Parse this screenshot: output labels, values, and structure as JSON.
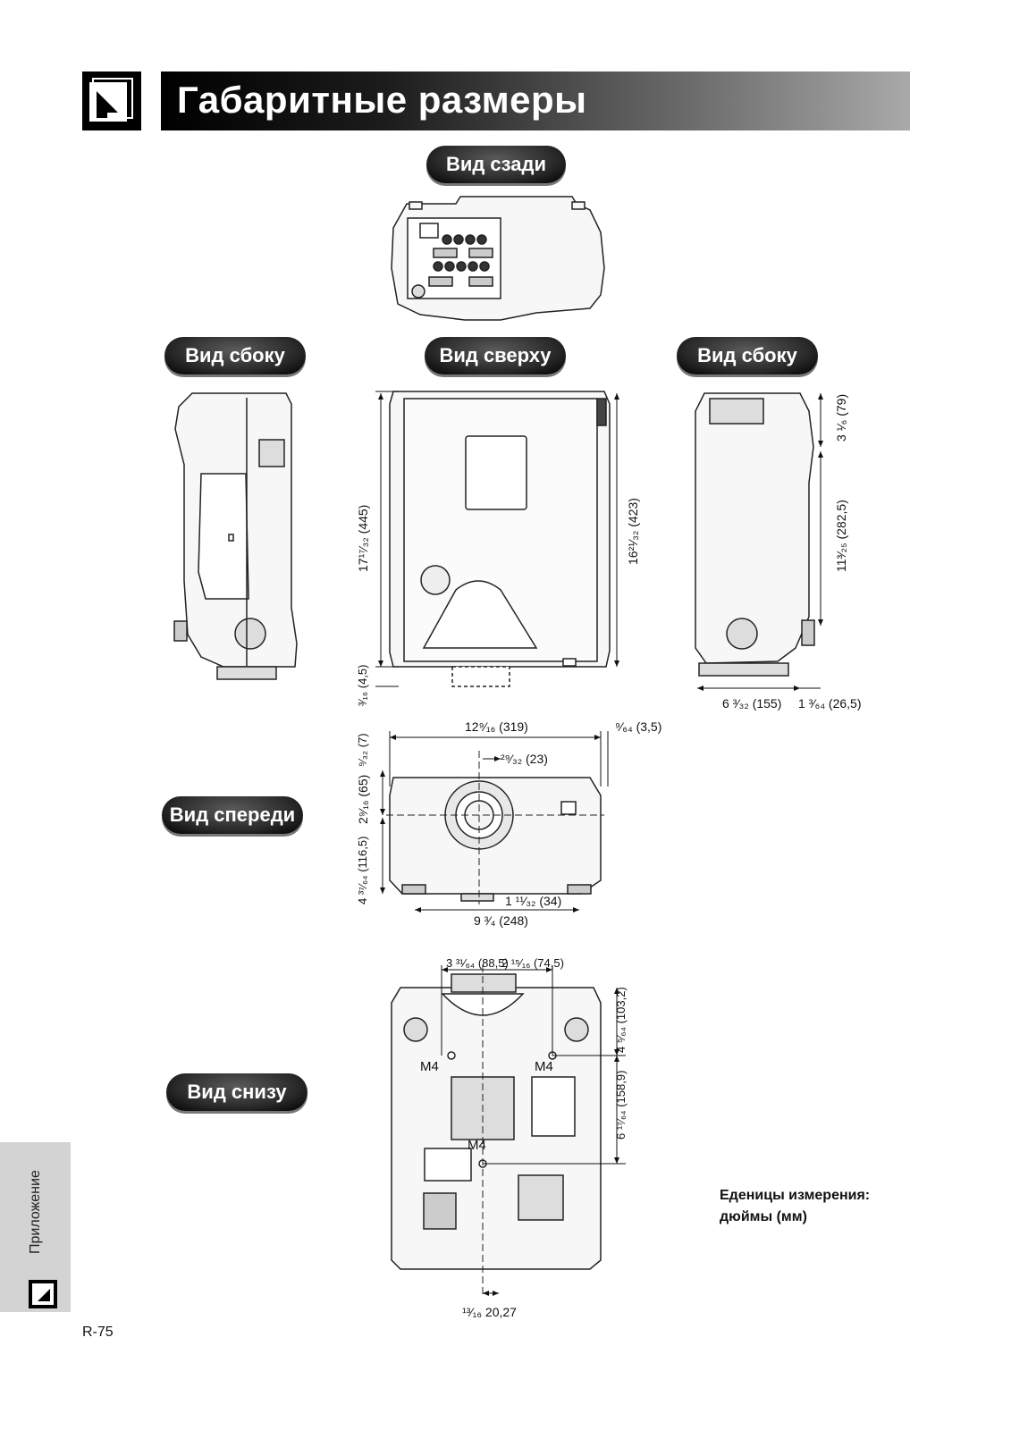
{
  "header": {
    "title": "Габаритные размеры"
  },
  "labels": {
    "rear": "Вид сзади",
    "side_left": "Вид сбоку",
    "top": "Вид сверху",
    "side_right": "Вид сбоку",
    "front": "Вид спереди",
    "bottom": "Вид снизу"
  },
  "dimensions": {
    "top_view_height": "17¹⁷⁄₃₂ (445)",
    "top_view_offset": "³⁄₁₆ (4,5)",
    "top_view_right": "16²¹⁄₃₂ (423)",
    "side_top": "3 ¹⁄₆ (79)",
    "side_body": "11³⁄₂₅ (282,5)",
    "side_width": "6 ³⁄₃₂ (155)",
    "side_knob": "1 ³⁄₆₄ (26,5)",
    "front_width": "12⁹⁄₁₆ (319)",
    "front_right_offset": "⁹⁄₆₄ (3,5)",
    "front_top_small": "⁹⁄₃₂ (7)",
    "front_lens_offset": "²⁹⁄₃₂ (23)",
    "front_upper": "2⁹⁄₁₆ (65)",
    "front_height": "4 ³⁷⁄₆₄ (116,5)",
    "front_feet_offset": "1 ¹¹⁄₃₂ (34)",
    "front_feet_span": "9 ³⁄₄ (248)",
    "bottom_left_span": "3 ³¹⁄₆₄ (88,5)",
    "bottom_right_span": "2 ¹⁵⁄₁₆ (74,5)",
    "bottom_upper": "4 ⁵⁄₆₄ (103,2)",
    "bottom_lower": "6 ¹⁷⁄₆₄ (158,9)",
    "bottom_center_offset": "¹³⁄₁₆ 20,27"
  },
  "screw_labels": {
    "left": "M4",
    "right": "M4",
    "center": "M4"
  },
  "units_note": {
    "line1": "Еденицы измерения:",
    "line2": "дюймы (мм)"
  },
  "side_tab": {
    "label": "Приложение"
  },
  "page_number": "R-75"
}
